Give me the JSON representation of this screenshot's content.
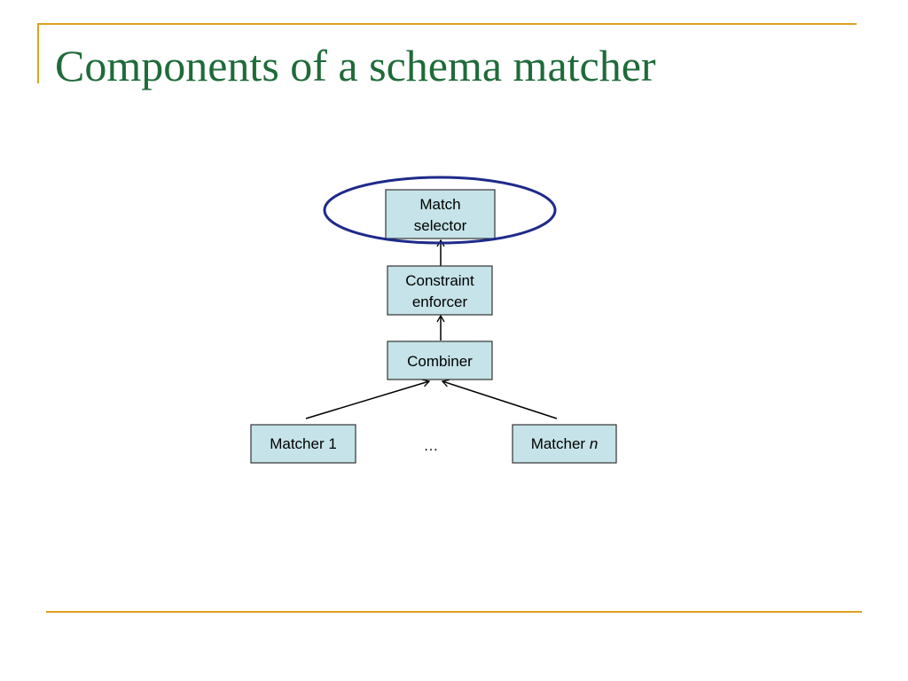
{
  "slide": {
    "title": "Components of a schema matcher"
  },
  "colors": {
    "title": "#1f6b3a",
    "rule": "#e0a020",
    "box_fill": "#c5e3e8",
    "box_stroke": "#333333",
    "highlight_ellipse": "#1f2a8a",
    "arrow": "#000000"
  },
  "diagram": {
    "match_selector": {
      "line1": "Match",
      "line2": "selector"
    },
    "constraint_enforcer": {
      "line1": "Constraint",
      "line2": "enforcer"
    },
    "combiner": {
      "label": "Combiner"
    },
    "matcher_1": {
      "label": "Matcher 1"
    },
    "ellipsis": "…",
    "matcher_n": {
      "label_prefix": "Matcher ",
      "label_var": "n"
    }
  }
}
